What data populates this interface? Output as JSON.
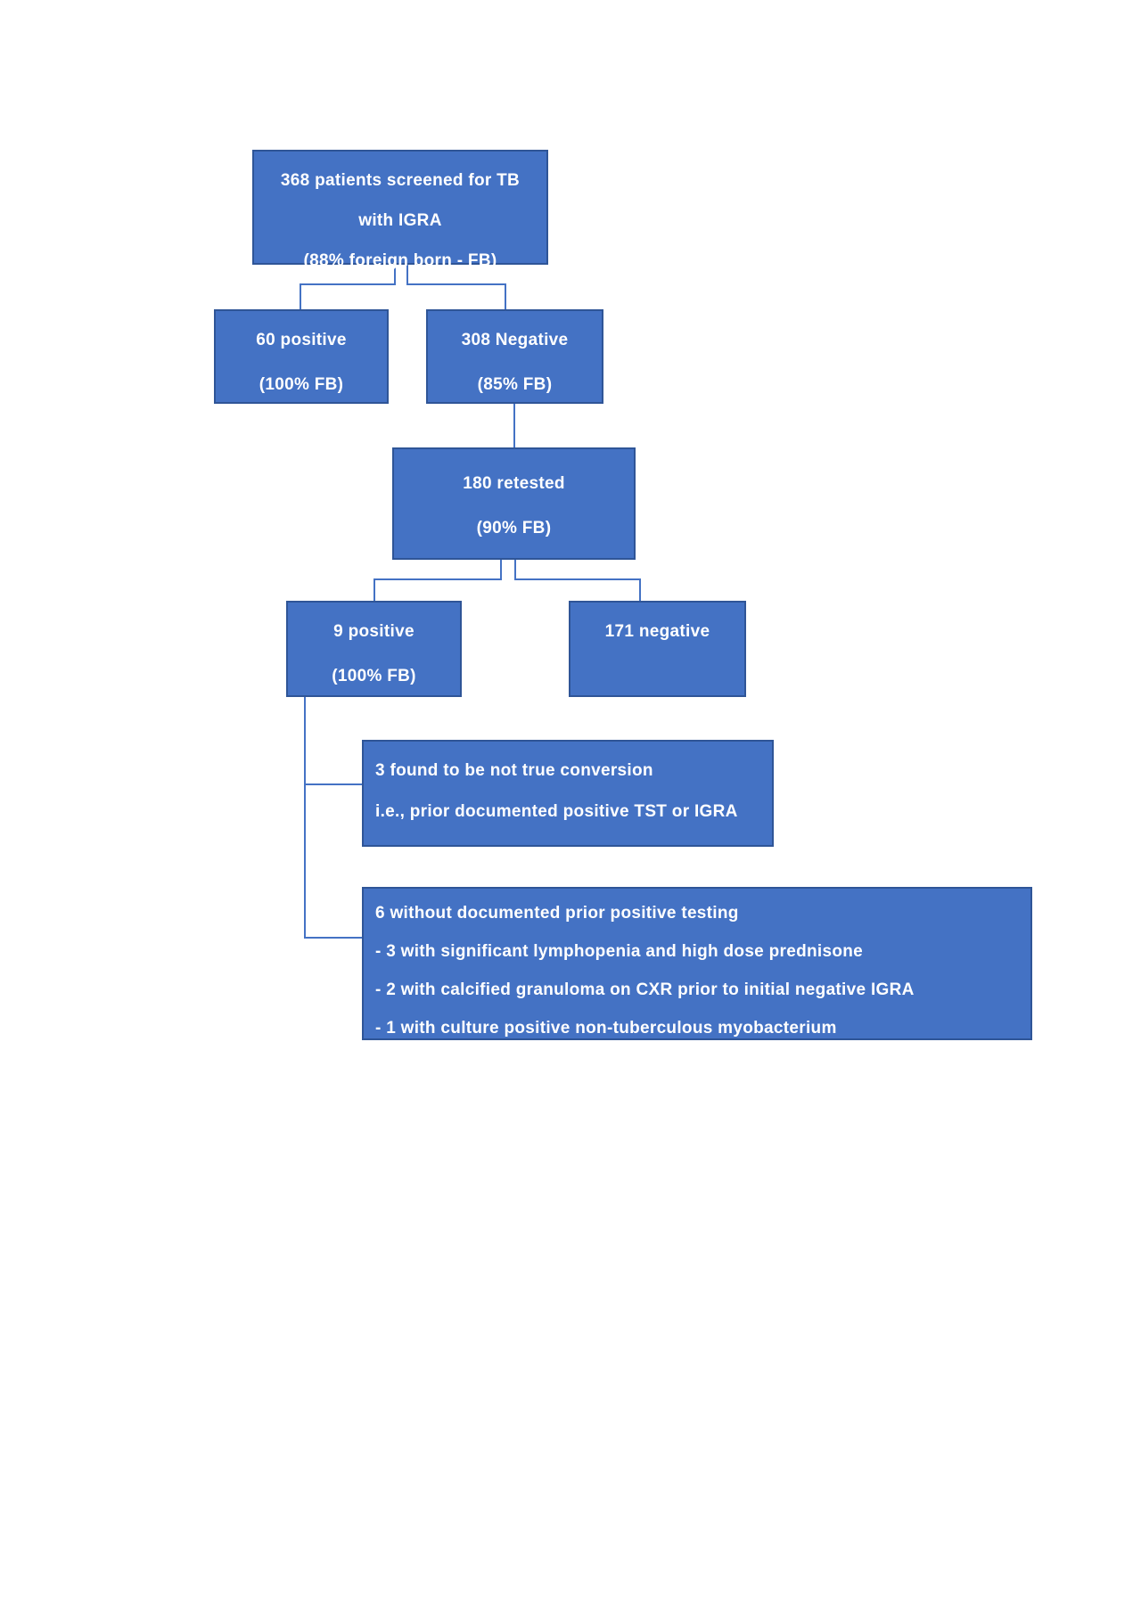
{
  "page": {
    "background": "#FFFFFF"
  },
  "diagram": {
    "type": "flowchart",
    "colors": {
      "box_fill": "#4472C4",
      "box_border": "#2F5597",
      "connector": "#4472C4",
      "text": "#FFFFFF"
    },
    "nodes": {
      "screened": {
        "lines": [
          "368 patients screened for TB",
          "with IGRA",
          "(88% foreign born - FB)"
        ]
      },
      "positive_initial": {
        "lines": [
          "60 positive",
          "(100% FB)"
        ]
      },
      "negative_initial": {
        "lines": [
          "308 Negative",
          "(85% FB)"
        ]
      },
      "retested": {
        "lines": [
          "180 retested",
          "(90% FB)"
        ]
      },
      "positive_retest": {
        "lines": [
          "9 positive",
          "(100% FB)"
        ]
      },
      "negative_retest": {
        "lines": [
          "171 negative"
        ]
      },
      "not_true_conversion": {
        "lines": [
          "3 found to be not true conversion",
          "i.e., prior documented positive TST or IGRA"
        ]
      },
      "no_documented_prior": {
        "lines": [
          "6 without documented prior positive testing",
          "- 3 with significant lymphopenia and high dose prednisone",
          "- 2 with calcified granuloma on CXR prior to initial negative IGRA",
          "- 1 with culture positive non-tuberculous myobacterium"
        ]
      }
    }
  }
}
